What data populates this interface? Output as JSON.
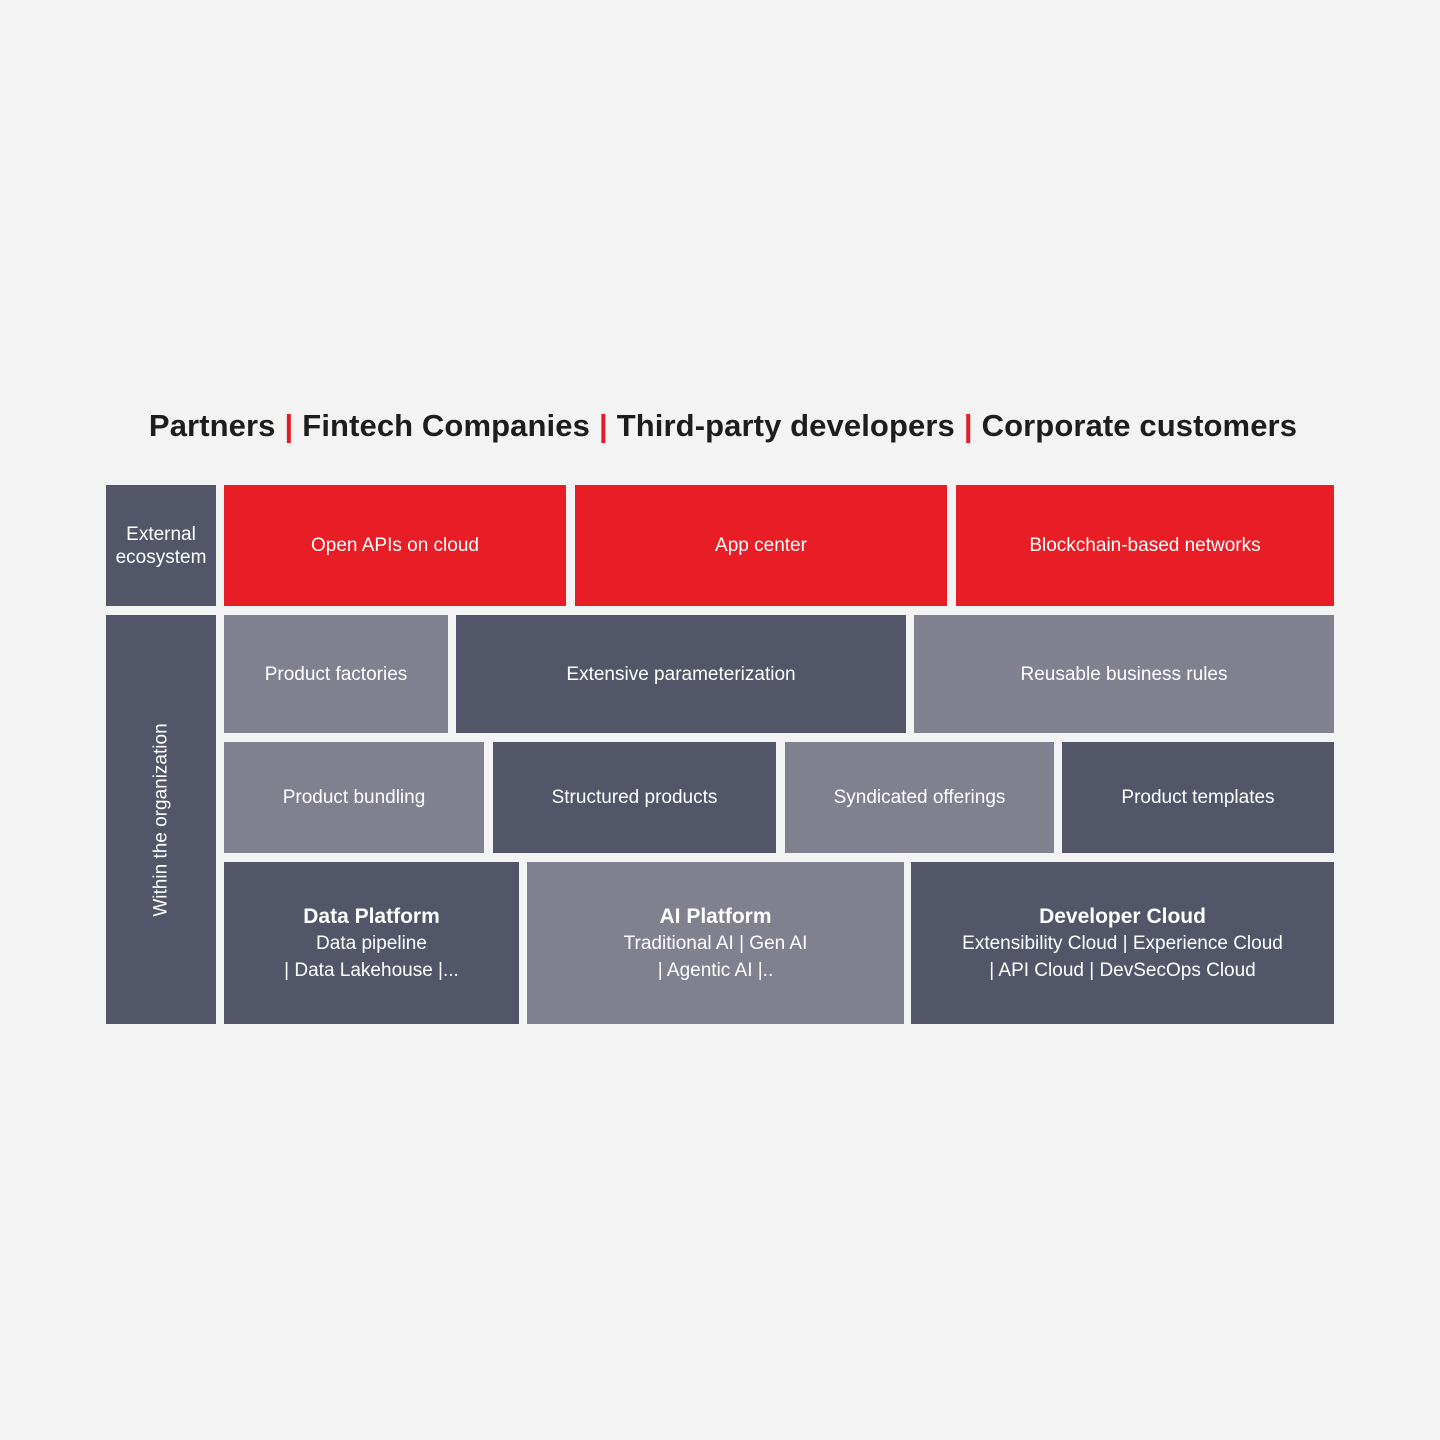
{
  "headline": {
    "items": [
      "Partners",
      "Fintech Companies",
      "Third-party developers",
      "Corporate customers"
    ],
    "separator": "|"
  },
  "labels": {
    "external_line1": "External",
    "external_line2": "ecosystem",
    "internal": "Within the organization"
  },
  "external_row": [
    {
      "label": "Open APIs on cloud"
    },
    {
      "label": "App center"
    },
    {
      "label": "Blockchain-based networks"
    }
  ],
  "row1": [
    {
      "label": "Product factories"
    },
    {
      "label": "Extensive parameterization"
    },
    {
      "label": "Reusable business rules"
    }
  ],
  "row2": [
    {
      "label": "Product bundling"
    },
    {
      "label": "Structured products"
    },
    {
      "label": "Syndicated offerings"
    },
    {
      "label": "Product templates"
    }
  ],
  "platforms": [
    {
      "title": "Data Platform",
      "line1": "Data pipeline",
      "line2": "| Data Lakehouse |..."
    },
    {
      "title": "AI Platform",
      "line1": "Traditional AI | Gen AI",
      "line2": "| Agentic AI |.."
    },
    {
      "title": "Developer Cloud",
      "line1": "Extensibility Cloud | Experience Cloud",
      "line2": "| API Cloud | DevSecOps Cloud"
    }
  ],
  "colors": {
    "accent_red": "#e91d25",
    "dark_slate": "#535669",
    "mid_gray": "#80808f",
    "background": "#f3f3f3"
  }
}
